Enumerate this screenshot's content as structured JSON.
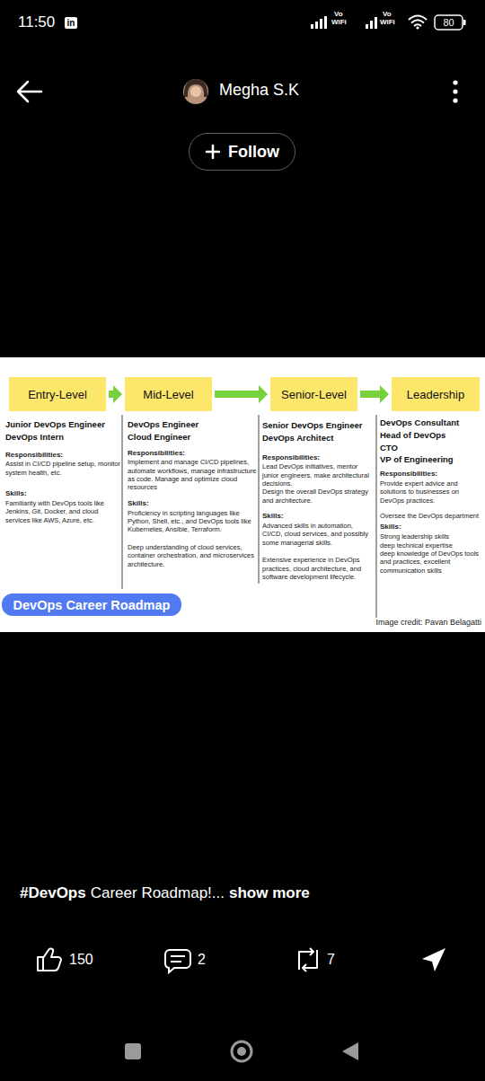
{
  "diagram": {
    "nodes": [
      {
        "text": [
          "Follow"
        ]
      },
      {
        "text": [
          "Entry-Level"
        ]
      },
      {
        "text": [
          "Mid-Level"
        ]
      },
      {
        "text": [
          "Senior-Level"
        ]
      },
      {
        "text": [
          "Leadership"
        ]
      },
      {
        "text": [
          "DevOps Career Roadmap"
        ]
      }
    ],
    "edges": [
      {
        "from": 1,
        "to": 2,
        "arrow": "to"
      },
      {
        "from": 2,
        "to": 3,
        "arrow": "to"
      },
      {
        "from": 3,
        "to": 4,
        "arrow": "to"
      }
    ],
    "labels": [
      "in",
      "11:50",
      "Vo",
      "WiFi",
      "Vo",
      "WiFi",
      "80",
      "Megha S.K",
      "Junior DevOps Engineer",
      "DevOps Intern",
      "Responsibilities:",
      "Assist in CI/CD pipeline setup, monitor system health, etc.",
      "Skills:",
      "Familiarity with DevOps tools like Jenkins, Git, Docker, and cloud services like AWS, Azure, etc.",
      "DevOps Engineer",
      "Cloud Engineer",
      "Responsibilities:",
      "Implement and manage CI/CD pipelines, automate workflows, manage infrastructure as code. Manage and optimize cloud resources",
      "Skills:",
      "Proficiency in scripting languages like Python, Shell, etc., and DevOps tools like Kubernetes, Ansible, Terraform.",
      "Deep understanding of cloud services, container orchestration, and microservices architecture.",
      "Senior DevOps Engineer",
      "DevOps Architect",
      "Responsibilities:",
      "Lead DevOps initiatives, mentor junior engineers, make architectural decisions.",
      "Design the overall DevOps strategy and architecture.",
      "Skills:",
      "Advanced skills in automation, CI/CD, cloud services, and possibly some managerial skills.",
      "Extensive experience in DevOps practices, cloud architecture, and software development lifecycle.",
      "DevOps Consultant",
      "Head of DevOps",
      "CTO",
      "VP of Engineering",
      "Responsibilities:",
      "Provide expert advice and solutions to businesses on DevOps practices.",
      "Oversee the DevOps department",
      "Skills:",
      "Strong leadership skills",
      "deep technical expertise",
      "deep knowledge of DevOps tools and practices, excellent communication skills",
      "Image credit: Pavan Belagatti",
      "#DevOps",
      "Career Roadmap!...",
      "show more",
      "150",
      "2",
      "7"
    ]
  }
}
